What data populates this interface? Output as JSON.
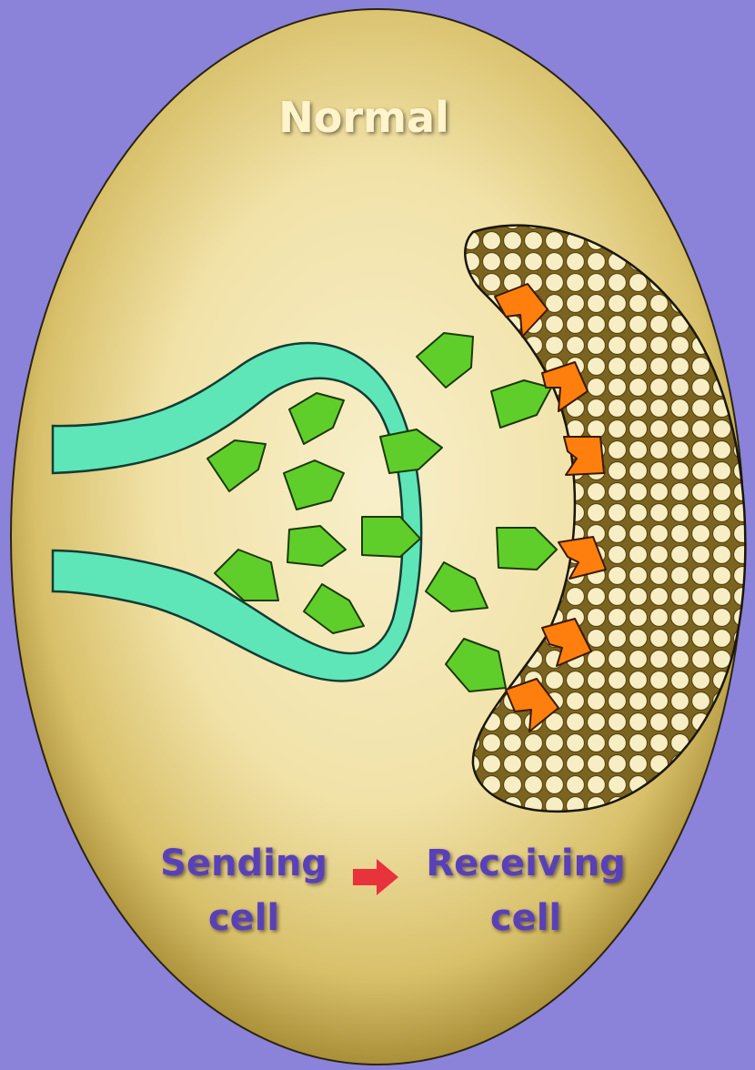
{
  "title": "Normal",
  "labels": {
    "sending_line1": "Sending",
    "sending_line2": "cell",
    "receiving_line1": "Receiving",
    "receiving_line2": "cell"
  },
  "colors": {
    "background": "#8b82da",
    "panel": "#f3e6b0",
    "panel_edge": "#a98f38",
    "membrane": "#5ee6b8",
    "neurotransmitter": "#5fce2a",
    "receptor": "#ff7f0e",
    "label_text": "#5a3fb8",
    "arrow": "#e8323c",
    "title_text": "#fff4cc"
  },
  "icons": {
    "arrow": "right-arrow-icon"
  }
}
